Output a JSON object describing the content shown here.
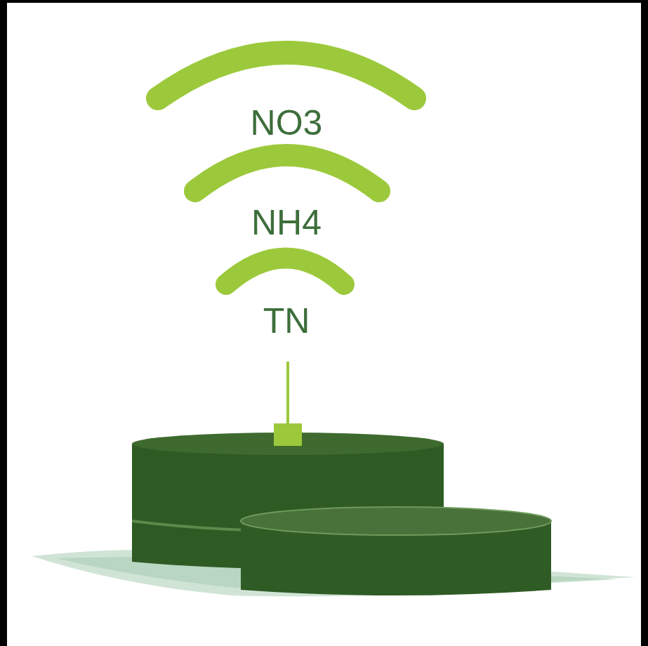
{
  "diagram": {
    "labels": [
      "NO3",
      "NH4",
      "TN"
    ]
  }
}
